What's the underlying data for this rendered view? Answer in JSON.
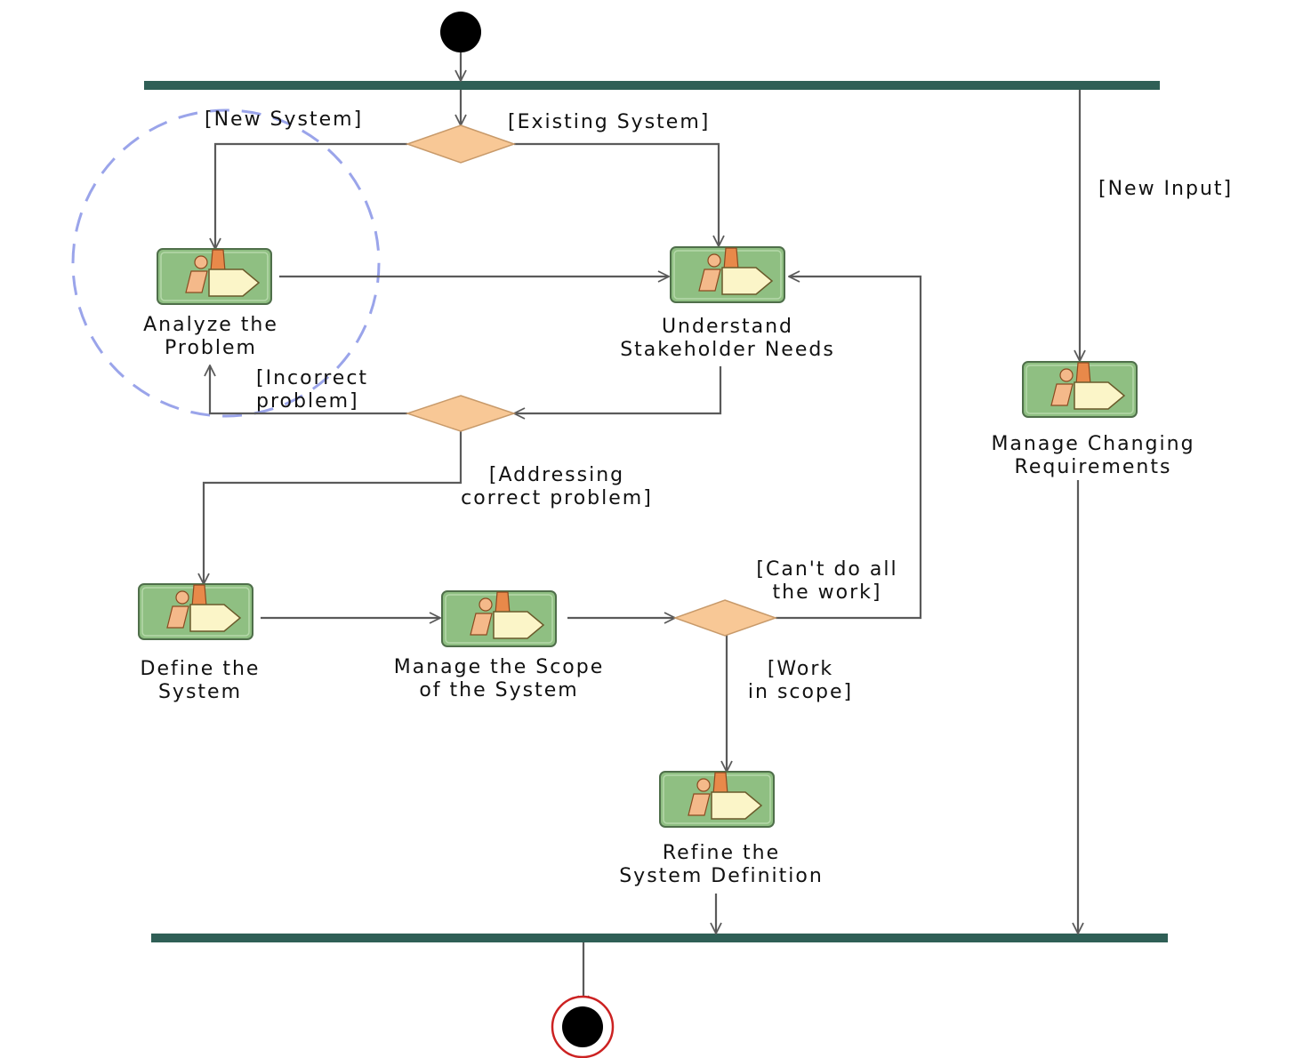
{
  "colors": {
    "bar": "#2f5f56",
    "line": "#5a5a5a",
    "decision_fill": "#f8c896",
    "decision_stroke": "#c89a6a",
    "activity_fill": "#8fbf82",
    "activity_stroke": "#4f6f4a",
    "highlight_circle": "#9aa4ea",
    "final_ring": "#cc2222"
  },
  "icons": {
    "activity": "workers-and-artifact-icon",
    "start": "initial-node-icon",
    "end": "final-node-icon"
  },
  "guards": {
    "new_system": "[New System]",
    "existing_system": "[Existing System]",
    "new_input": "[New Input]",
    "incorrect_problem": [
      "[Incorrect",
      "problem]"
    ],
    "addressing_correct": [
      "[Addressing",
      "correct problem]"
    ],
    "cant_do_all": [
      "[Can't do all",
      "the work]"
    ],
    "work_in_scope": [
      "[Work",
      "in scope]"
    ]
  },
  "activities": {
    "analyze": [
      "Analyze the",
      "Problem"
    ],
    "understand": [
      "Understand",
      "Stakeholder Needs"
    ],
    "manage_changing": [
      "Manage Changing",
      "Requirements"
    ],
    "define": [
      "Define the",
      "System"
    ],
    "manage_scope": [
      "Manage the Scope",
      "of the System"
    ],
    "refine": [
      "Refine the",
      "System Definition"
    ]
  }
}
